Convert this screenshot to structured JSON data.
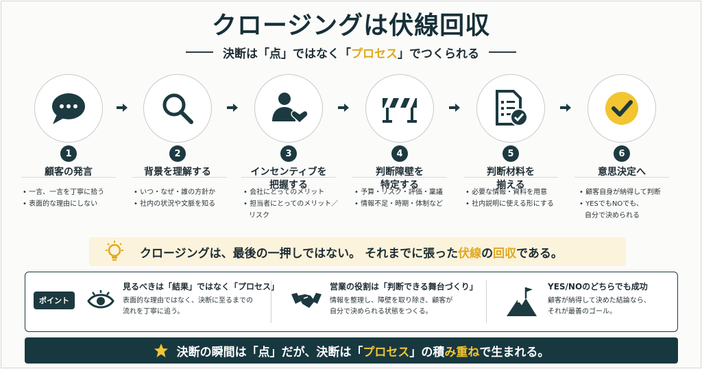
{
  "title": "クロージングは伏線回収",
  "subtitle": {
    "before": "決断は「点」ではなく「",
    "highlight": "プロセス",
    "after": "」でつくられる"
  },
  "steps": [
    {
      "number": "1",
      "title_lines": [
        "顧客の発言"
      ],
      "icon": "speech-bubble-icon",
      "bullets": [
        "• 一言、一言を丁寧に拾う",
        "• 表面的な理由にしない"
      ]
    },
    {
      "number": "2",
      "title_lines": [
        "背景を理解する"
      ],
      "icon": "magnifier-icon",
      "bullets": [
        "• いつ・なぜ・誰の方針か",
        "• 社内の状況や文脈を知る"
      ]
    },
    {
      "number": "3",
      "title_lines": [
        "インセンティブを",
        "把握する"
      ],
      "icon": "person-heart-icon",
      "bullets": [
        "• 会社にとってのメリット",
        "• 担当者にとってのメリット／",
        "  リスク"
      ]
    },
    {
      "number": "4",
      "title_lines": [
        "判断障壁を",
        "特定する"
      ],
      "icon": "barrier-icon",
      "bullets": [
        "• 予算・リスク・評価・稟議",
        "• 情報不足・時期・体制など"
      ]
    },
    {
      "number": "5",
      "title_lines": [
        "判断材料を",
        "揃える"
      ],
      "icon": "checklist-icon",
      "bullets": [
        "• 必要な情報・資料を用意",
        "• 社内説明に使える形にする"
      ]
    },
    {
      "number": "6",
      "title_lines": [
        "意思決定へ"
      ],
      "icon": "check-circle-icon",
      "bullets": [
        "• 顧客自身が納得して判断",
        "• YESでもNOでも、",
        "  自分で決められる"
      ]
    }
  ],
  "banner": {
    "before": "クロージングは、最後の一押しではない。 それまでに張った",
    "hl1": "伏線",
    "mid": "の",
    "hl2": "回収",
    "after": "である。"
  },
  "points": {
    "badge": "ポイント",
    "items": [
      {
        "title": "見るべきは「結果」ではなく「プロセス」",
        "lines": [
          "表面的な理由ではなく、決断に至るまでの",
          "流れを丁寧に追う。"
        ],
        "icon": "eye-icon"
      },
      {
        "title": "営業の役割は「判断できる舞台づくり」",
        "lines": [
          "情報を整理し、障壁を取り除き、顧客が",
          "自分で決められる状態をつくる。"
        ],
        "icon": "handshake-icon"
      },
      {
        "title": "YES/NOのどちらでも成功",
        "lines": [
          "顧客が納得して決めた結論なら、",
          "それが最善のゴール。"
        ],
        "icon": "mountain-flag-icon"
      }
    ]
  },
  "footer": {
    "before": "決断の瞬間は「点」だが、決断は「",
    "hl1": "プロセス",
    "mid": "」の積",
    "hl2": "み重ね",
    "after": "で生まれる。"
  },
  "colors": {
    "dark": "#1c3a40",
    "accent": "#e0a81c",
    "banner_bg": "#fbf3dc"
  }
}
